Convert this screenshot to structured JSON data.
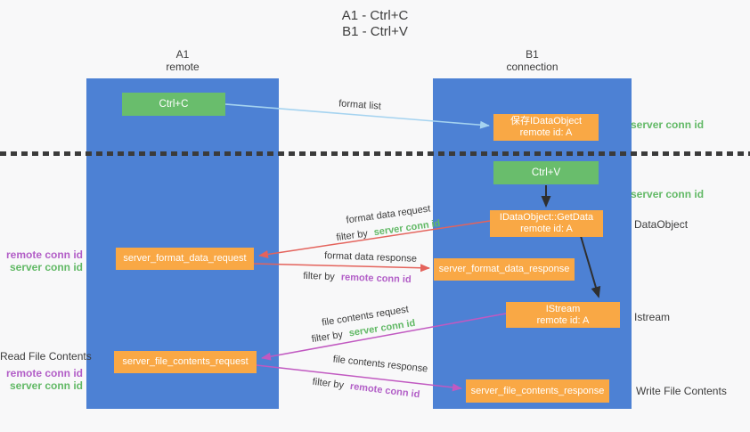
{
  "title": {
    "line1": "A1 - Ctrl+C",
    "line2": "B1 - Ctrl+V"
  },
  "lanes": {
    "left": {
      "name": "A1",
      "role": "remote"
    },
    "right": {
      "name": "B1",
      "role": "connection"
    }
  },
  "nodes": {
    "ctrl_c": "Ctrl+C",
    "ctrl_v": "Ctrl+V",
    "save_idataobject": {
      "line1": "保存IDataObject",
      "line2": "remote id: A"
    },
    "getdata": {
      "line1": "IDataObject::GetData",
      "line2": "remote id: A"
    },
    "istream": {
      "line1": "IStream",
      "line2": "remote id: A"
    },
    "format_request": "server_format_data_request",
    "format_response": "server_format_data_response",
    "file_request": "server_file_contents_request",
    "file_response": "server_file_contents_response"
  },
  "edge_labels": {
    "format_list": "format list",
    "format_data_request": "format data request",
    "format_data_response": "format data response",
    "file_contents_request": "file contents request",
    "file_contents_response": "file contents response",
    "filter_by": "filter by",
    "server_conn_id": "server conn id",
    "remote_conn_id": "remote conn id"
  },
  "annotations": {
    "right_server_conn_id_top": "server conn id",
    "right_server_conn_id_mid": "server conn id",
    "right_dataobject": "DataObject",
    "right_istream": "Istream",
    "right_write_file_contents": "Write File Contents",
    "left_remote_conn_id_top": "remote conn id",
    "left_server_conn_id_top": "server conn id",
    "left_read_file_contents": "Read File Contents",
    "left_remote_conn_id_bottom": "remote conn id",
    "left_server_conn_id_bottom": "server conn id"
  },
  "colors": {
    "lane_blue": "#4d81d4",
    "box_green": "#69bd6c",
    "box_orange": "#f9a845",
    "arrow_blue": "#a5d3f0",
    "arrow_red": "#e4635c",
    "arrow_magenta": "#c159c1",
    "arrow_black": "#2f2f2f",
    "label_green": "#62b966",
    "label_purple": "#b25ec7",
    "text_dark": "#3c3c3c",
    "divider": "#3b3b3b",
    "bg": "#f8f8f9"
  }
}
